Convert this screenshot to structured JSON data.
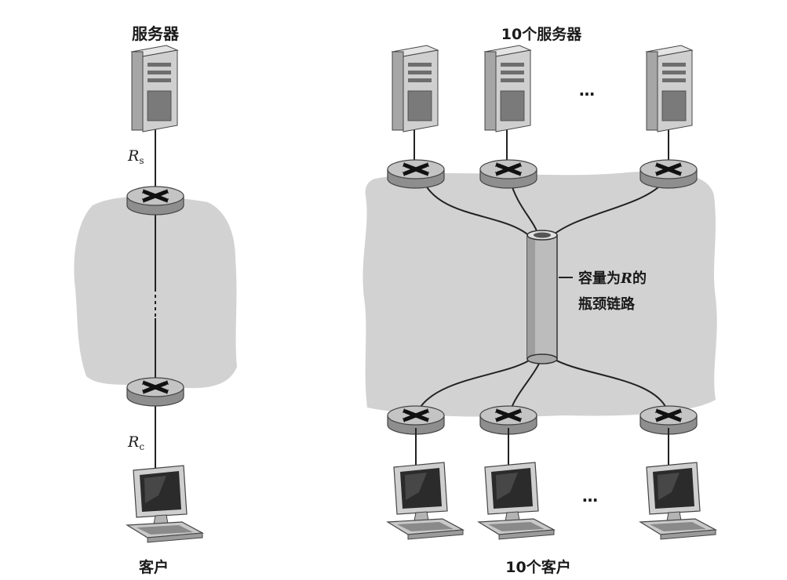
{
  "left": {
    "server_label": "服务器",
    "client_label": "客户",
    "rs_main": "R",
    "rs_sub": "s",
    "rc_main": "R",
    "rc_sub": "c"
  },
  "right": {
    "servers_label": "10个服务器",
    "clients_label": "10个客户",
    "ellipsis_top": "…",
    "ellipsis_bottom": "…",
    "bottleneck_line1_pre": "容量为",
    "bottleneck_line1_var": "R",
    "bottleneck_line1_post": "的",
    "bottleneck_line2": "瓶颈链路"
  },
  "colors": {
    "cloud": "#d2d2d2",
    "router_top": "#bdbdbd",
    "router_side": "#8e8e8e",
    "server_body": "#cfcfcf",
    "server_dark": "#6e6e6e",
    "screen": "#2b2b2b",
    "pipe": "#bcbcbc"
  }
}
